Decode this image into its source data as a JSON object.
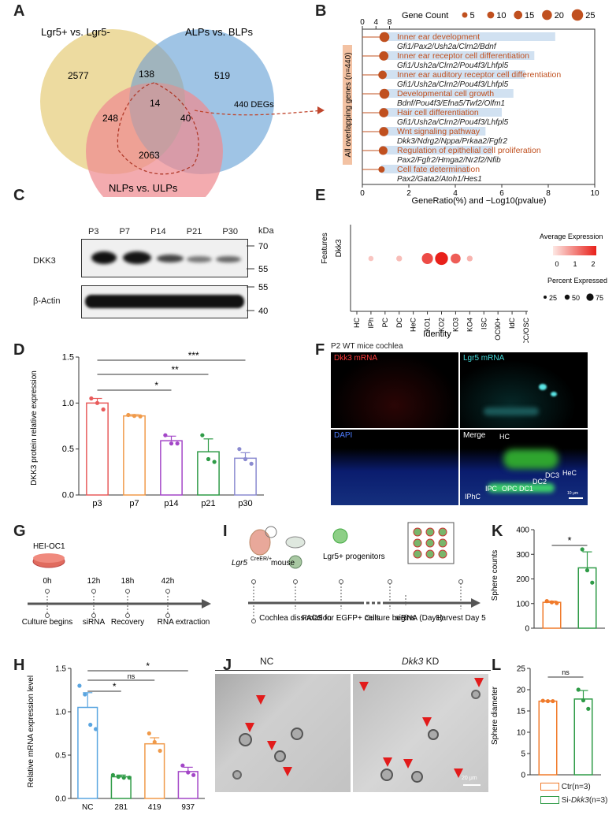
{
  "panels": {
    "A": {
      "letter": "A",
      "labels": {
        "lgr": "Lgr5+ vs. Lgr5-",
        "alp": "ALPs vs. BLPs",
        "nlp": "NLPs vs. ULPs"
      },
      "counts": {
        "lgr_only": "2577",
        "alp_only": "519",
        "nlp_only": "2063",
        "lgr_alp": "138",
        "lgr_nlp": "248",
        "alp_nlp": "40",
        "all": "14"
      },
      "arrow_label": "440 DEGs",
      "colors": {
        "lgr": "#e9c96b",
        "alp": "#6fa3d6",
        "nlp": "#ec7b83"
      }
    },
    "B": {
      "letter": "B",
      "ylabel": "All overlapping genes (n=440)",
      "xlabel": "GeneRatio(%) and −Log10(pvalue)",
      "legend_title": "Gene Count",
      "legend_sizes": [
        "5",
        "10",
        "15",
        "20",
        "25"
      ],
      "top_ticks": [
        "0",
        "4",
        "8"
      ],
      "bottom_ticks": [
        "0",
        "2",
        "4",
        "6",
        "8",
        "10"
      ]
    },
    "C": {
      "letter": "C",
      "lanes": [
        "P3",
        "P7",
        "P14",
        "P21",
        "P30"
      ],
      "kda": "kDa",
      "marks_top": [
        "70",
        "55"
      ],
      "marks_bottom": [
        "55",
        "40"
      ],
      "dkk3": "DKK3",
      "actin": "β-Actin"
    },
    "D": {
      "letter": "D",
      "ylabel": "DKK3 protein relative expression",
      "sig": [
        "*",
        "**",
        "***"
      ]
    },
    "E": {
      "letter": "E",
      "ylabel": "Features",
      "feature": "Dkk3",
      "xlabel": "Identity",
      "legend_avg": "Average Expression",
      "avg_ticks": [
        "0",
        "1",
        "2"
      ],
      "legend_pct": "Percent Expressed",
      "pct_ticks": [
        "25",
        "50",
        "75"
      ],
      "cells": [
        "HC",
        "IPh",
        "PC",
        "DC",
        "HeC",
        "KO1",
        "KO2",
        "KO3",
        "KO4",
        "ISC",
        "OC90+",
        "IdC",
        "CC/OSC"
      ]
    },
    "F": {
      "letter": "F",
      "title": "P2 WT mice cochlea",
      "q1": "Dkk3 mRNA",
      "q2": "Lgr5 mRNA",
      "q3": "DAPI",
      "q4": "Merge",
      "cell_labels": {
        "hc": "HC",
        "dc3": "DC3",
        "hec": "HeC",
        "dc2": "DC2",
        "ipc": "IPC",
        "opc": "OPC",
        "dc1": "DC1",
        "iphc": "IPhC"
      },
      "scale": "10 μm"
    },
    "G": {
      "letter": "G",
      "cell_line": "HEI-OC1",
      "times": [
        "0h",
        "12h",
        "18h",
        "42h"
      ],
      "events": [
        "Culture begins",
        "siRNA",
        "Recovery",
        "RNA extraction"
      ]
    },
    "H": {
      "letter": "H",
      "ylabel": "Relative mRNA expression level",
      "sig": [
        "*",
        "ns",
        "*"
      ]
    },
    "I": {
      "letter": "I",
      "mouse_gene": "Lgr5",
      "mouse_sup": "CreER/+",
      "mouse_word": " mouse",
      "progenitors": "Lgr5+ progenitors",
      "steps": [
        "Cochlea dissociation",
        "FACS for EGFP+ cells",
        "Culture begins",
        "siRNA (Day1)",
        "Harvest Day 5"
      ]
    },
    "J": {
      "letter": "J",
      "nc": "NC",
      "kd_gene": "Dkk3",
      "kd_suffix": " KD",
      "scale": "20 μm"
    },
    "K": {
      "letter": "K",
      "ylabel": "Sphere counts",
      "sig": "*"
    },
    "L": {
      "letter": "L",
      "ylabel": "Sphere diameter",
      "sig": "ns",
      "legend_ctr": "Ctr(n=3)",
      "legend_si_prefix": "Si-",
      "legend_si_gene": "Dkk3",
      "legend_si_suffix": "(n=3)"
    }
  },
  "chart_data": [
    {
      "id": "B",
      "type": "scatter",
      "x_range": [
        0,
        10
      ],
      "top_x_range": [
        0,
        8
      ],
      "terms": [
        {
          "name": "Inner ear development",
          "genes": "Gfi1/Pax2/Ush2a/Clrn2/Bdnf",
          "gene_ratio": 8.3,
          "neglog10p": 0.5,
          "count": 20
        },
        {
          "name": "Inner ear receptor cell differentiation",
          "genes": "Gfi1/Ush2a/Clrn2/Pou4f3/Lhfpl5",
          "gene_ratio": 7.4,
          "neglog10p": 0.4,
          "count": 18
        },
        {
          "name": "Inner ear auditory receptor cell differentiation",
          "genes": "Gfi1/Ush2a/Clrn2/Pou4f3/Lhfpl5",
          "gene_ratio": 7.0,
          "neglog10p": 0.2,
          "count": 15
        },
        {
          "name": "Developmental cell growth",
          "genes": "Bdnf/Pou4f3/Efna5/Twf2/Olfm1",
          "gene_ratio": 6.5,
          "neglog10p": 0.5,
          "count": 20
        },
        {
          "name": "Hair cell differentiation",
          "genes": "Gfi1/Ush2a/Clrn2/Pou4f3/Lhfpl5",
          "gene_ratio": 6.0,
          "neglog10p": 0.4,
          "count": 18
        },
        {
          "name": "Wnt signaling pathway",
          "genes": "Dkk3/Ndrg2/Nppa/Prkaa2/Fgfr2",
          "gene_ratio": 5.3,
          "neglog10p": 0.4,
          "count": 18
        },
        {
          "name": "Regulation of epithelial cell proliferation",
          "genes": "Pax2/Fgfr2/Hmga2/Nr2f2/Nfib",
          "gene_ratio": 5.6,
          "neglog10p": 0.3,
          "count": 16
        },
        {
          "name": "Cell fate determination",
          "genes": "Pax2/Gata2/Atoh1/Hes1",
          "gene_ratio": 4.6,
          "neglog10p": 0.05,
          "count": 8
        }
      ]
    },
    {
      "id": "D",
      "type": "bar",
      "categories": [
        "p3",
        "p7",
        "p14",
        "p21",
        "p30"
      ],
      "values": [
        1.0,
        0.86,
        0.59,
        0.47,
        0.4
      ],
      "errors": [
        0.05,
        0.015,
        0.05,
        0.14,
        0.06
      ],
      "points": [
        [
          1.05,
          1.0,
          0.93
        ],
        [
          0.87,
          0.86,
          0.855
        ],
        [
          0.65,
          0.56,
          0.56
        ],
        [
          0.65,
          0.39,
          0.36
        ],
        [
          0.5,
          0.39,
          0.34
        ]
      ],
      "colors": [
        "#e85b5b",
        "#f09a4a",
        "#a346c7",
        "#2f9b47",
        "#8a8ad0"
      ],
      "ylim": [
        0,
        1.5
      ],
      "yticks": [
        0,
        0.5,
        1.0,
        1.5
      ]
    },
    {
      "id": "E",
      "type": "scatter",
      "categories": [
        "HC",
        "IPh",
        "PC",
        "DC",
        "HeC",
        "KO1",
        "KO2",
        "KO3",
        "KO4",
        "ISC",
        "OC90+",
        "IdC",
        "CC/OSC"
      ],
      "avg_expression": [
        0,
        0.4,
        0,
        0.5,
        0,
        1.8,
        2.3,
        1.6,
        0.6,
        0,
        0,
        0,
        0
      ],
      "percent_expressed": [
        0,
        20,
        0,
        25,
        0,
        70,
        85,
        60,
        25,
        0,
        0,
        0,
        0
      ],
      "avg_range": [
        0,
        2.3
      ]
    },
    {
      "id": "H",
      "type": "bar",
      "categories": [
        "NC",
        "281",
        "419",
        "937"
      ],
      "values": [
        1.05,
        0.25,
        0.63,
        0.31
      ],
      "errors": [
        0.17,
        0.02,
        0.07,
        0.05
      ],
      "points": [
        [
          1.3,
          1.2,
          0.85,
          0.8
        ],
        [
          0.27,
          0.25,
          0.24,
          0.24
        ],
        [
          0.75,
          0.65,
          0.55
        ],
        [
          0.38,
          0.3,
          0.27
        ]
      ],
      "colors": [
        "#5aa5e0",
        "#2f9b47",
        "#f09a4a",
        "#a346c7"
      ],
      "ylim": [
        0,
        1.5
      ],
      "yticks": [
        0,
        0.5,
        1.0,
        1.5
      ]
    },
    {
      "id": "K",
      "type": "bar",
      "categories": [
        "Ctr",
        "Si-Dkk3"
      ],
      "values": [
        105,
        245
      ],
      "errors": [
        5,
        65
      ],
      "points": [
        [
          110,
          105,
          102
        ],
        [
          320,
          235,
          185
        ]
      ],
      "colors": [
        "#f07a2a",
        "#2f9b47"
      ],
      "ylim": [
        0,
        400
      ],
      "yticks": [
        0,
        100,
        200,
        300,
        400
      ]
    },
    {
      "id": "L",
      "type": "bar",
      "categories": [
        "Ctr",
        "Si-Dkk3"
      ],
      "values": [
        17.3,
        17.8
      ],
      "errors": [
        0.1,
        2.0
      ],
      "points": [
        [
          17.4,
          17.3,
          17.3
        ],
        [
          20.0,
          17.5,
          15.5
        ]
      ],
      "colors": [
        "#f07a2a",
        "#2f9b47"
      ],
      "ylim": [
        0,
        25
      ],
      "yticks": [
        0,
        5,
        10,
        15,
        20,
        25
      ]
    }
  ]
}
